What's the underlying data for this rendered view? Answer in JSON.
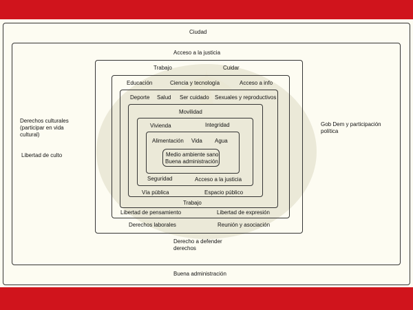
{
  "colors": {
    "band": "#d0141c",
    "background": "#fdfcf2",
    "emblem": "#ddd8c2"
  },
  "labels": {
    "ciudad": "Ciudad",
    "acceso_justicia_top": "Acceso a la justicia",
    "trabajo_top": "Trabajo",
    "cuidar": "Cuidar",
    "educacion": "Educación",
    "ciencia": "Ciencia y tecnología",
    "acceso_info": "Acceso a info",
    "deporte": "Deporte",
    "salud": "Salud",
    "ser_cuidado": "Ser cuidado",
    "sexuales": "Sexuales y reproductivos",
    "movilidad": "Movilidad",
    "vivienda": "Vivienda",
    "integridad": "Integridad",
    "alimentacion": "Alimentación",
    "vida": "Vida",
    "agua": "Agua",
    "medio_ambiente": "Medio ambiente sano",
    "buena_admin_core": "Buena administración",
    "seguridad": "Seguridad",
    "acceso_justicia_inner": "Acceso a la justicia",
    "via_publica": "Vía pública",
    "espacio_publico": "Espacio público",
    "trabajo_inner": "Trabajo",
    "libertad_pensamiento": "Libertad de pensamiento",
    "libertad_expresion": "Libertad de expresión",
    "derechos_laborales": "Derechos laborales",
    "reunion": "Reunión y asociación",
    "derecho_defender": "Derecho a defender derechos",
    "buena_admin_outer": "Buena administración",
    "derechos_culturales": "Derechos culturales (participar en vida cultural)",
    "libertad_culto": "Libertad de culto",
    "gob_dem": "Gob Dem y participación política"
  }
}
